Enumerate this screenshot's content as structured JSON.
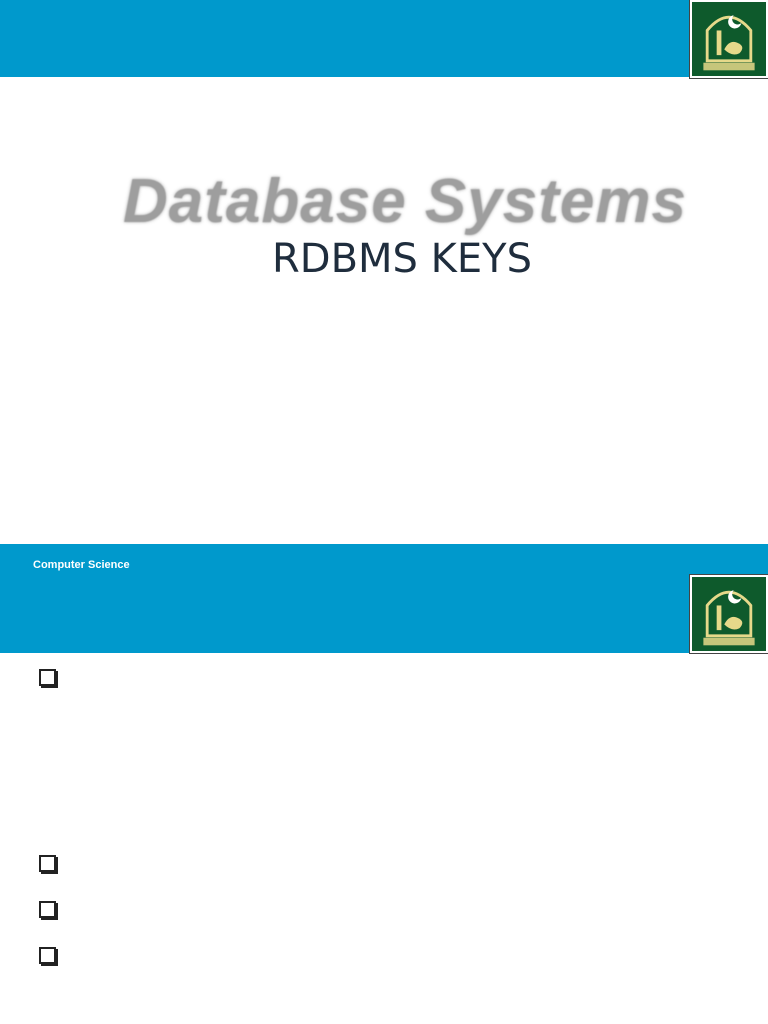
{
  "theme": {
    "accent": "#0099cc",
    "logo_green": "#0e5a2c"
  },
  "slide1": {
    "title": "Database Systems",
    "subtitle": "RDBMS KEYS"
  },
  "slide2": {
    "footer_label": "Computer Science",
    "bullets": [
      {
        "icon": "checkbox-bullet-icon"
      },
      {
        "icon": "checkbox-bullet-icon"
      },
      {
        "icon": "checkbox-bullet-icon"
      },
      {
        "icon": "checkbox-bullet-icon"
      }
    ]
  },
  "logo": {
    "icon": "university-crest-icon"
  }
}
